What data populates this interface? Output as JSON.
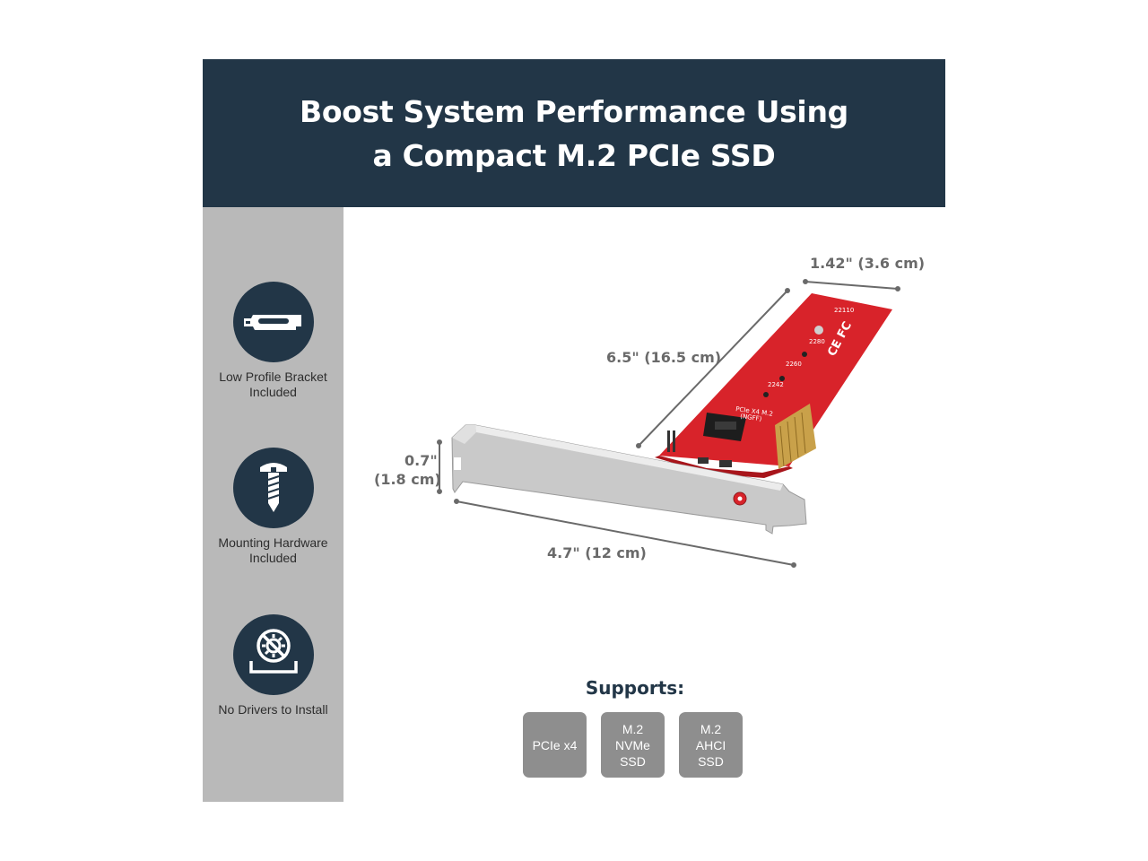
{
  "header": {
    "title_line1": "Boost System Performance Using",
    "title_line2": "a Compact M.2 PCIe SSD"
  },
  "features": [
    {
      "icon": "bracket-icon",
      "line1": "Low Profile Bracket",
      "line2": "Included"
    },
    {
      "icon": "screw-icon",
      "line1": "Mounting Hardware",
      "line2": "Included"
    },
    {
      "icon": "no-drivers-icon",
      "line1": "No Drivers to Install",
      "line2": ""
    }
  ],
  "dimensions": {
    "width_short": "1.42\" (3.6 cm)",
    "length": "6.5\" (16.5 cm)",
    "height_in": "0.7\"",
    "height_cm": "(1.8 cm)",
    "bracket_length": "4.7\" (12 cm)"
  },
  "board_labels": {
    "slot_label_1": "PCIe X4 M.2",
    "slot_label_2": "(NGFF)",
    "marks": [
      "22110",
      "2280",
      "2260",
      "2242"
    ],
    "cert": "CE FC"
  },
  "supports": {
    "title": "Supports:",
    "items": [
      {
        "l1": "PCIe x4",
        "l2": "",
        "l3": ""
      },
      {
        "l1": "M.2",
        "l2": "NVMe",
        "l3": "SSD"
      },
      {
        "l1": "M.2",
        "l2": "AHCI",
        "l3": "SSD"
      }
    ]
  },
  "colors": {
    "navy": "#223647",
    "sidebar": "#b9b9b9",
    "badge": "#8e8e8e",
    "pcb": "#d8232a"
  }
}
